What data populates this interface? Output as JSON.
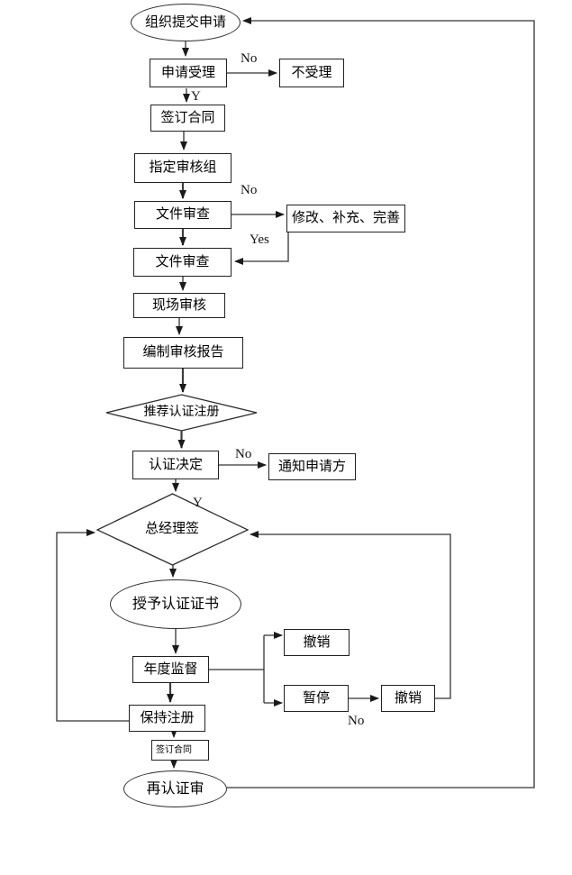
{
  "nodes": {
    "submit": "组织提交申请",
    "accept": "申请受理",
    "reject": "不受理",
    "sign_contract": "签订合同",
    "audit_team": "指定审核组",
    "doc_review1": "文件审查",
    "modify": "修改、补充、完善",
    "doc_review2": "文件审查",
    "onsite_audit": "现场审核",
    "audit_report": "编制审核报告",
    "recommend": "推荐认证注册",
    "decision": "认证决定",
    "notify": "通知申请方",
    "gm_sign": "总经理签",
    "grant_cert": "授予认证证书",
    "annual_supervision": "年度监督",
    "revoke1": "撤销",
    "suspend": "暂停",
    "revoke2": "撤销",
    "keep_registration": "保持注册",
    "sign_contract2": "签订合同",
    "recert_audit": "再认证审"
  },
  "edge_labels": {
    "accept_no": "No",
    "accept_yes": "Y",
    "doc_no": "No",
    "doc_yes": "Yes",
    "decision_no": "No",
    "decision_yes": "Y",
    "suspend_no": "No"
  },
  "colors": {
    "line": "#333333",
    "text": "#000000",
    "background": "#ffffff"
  }
}
